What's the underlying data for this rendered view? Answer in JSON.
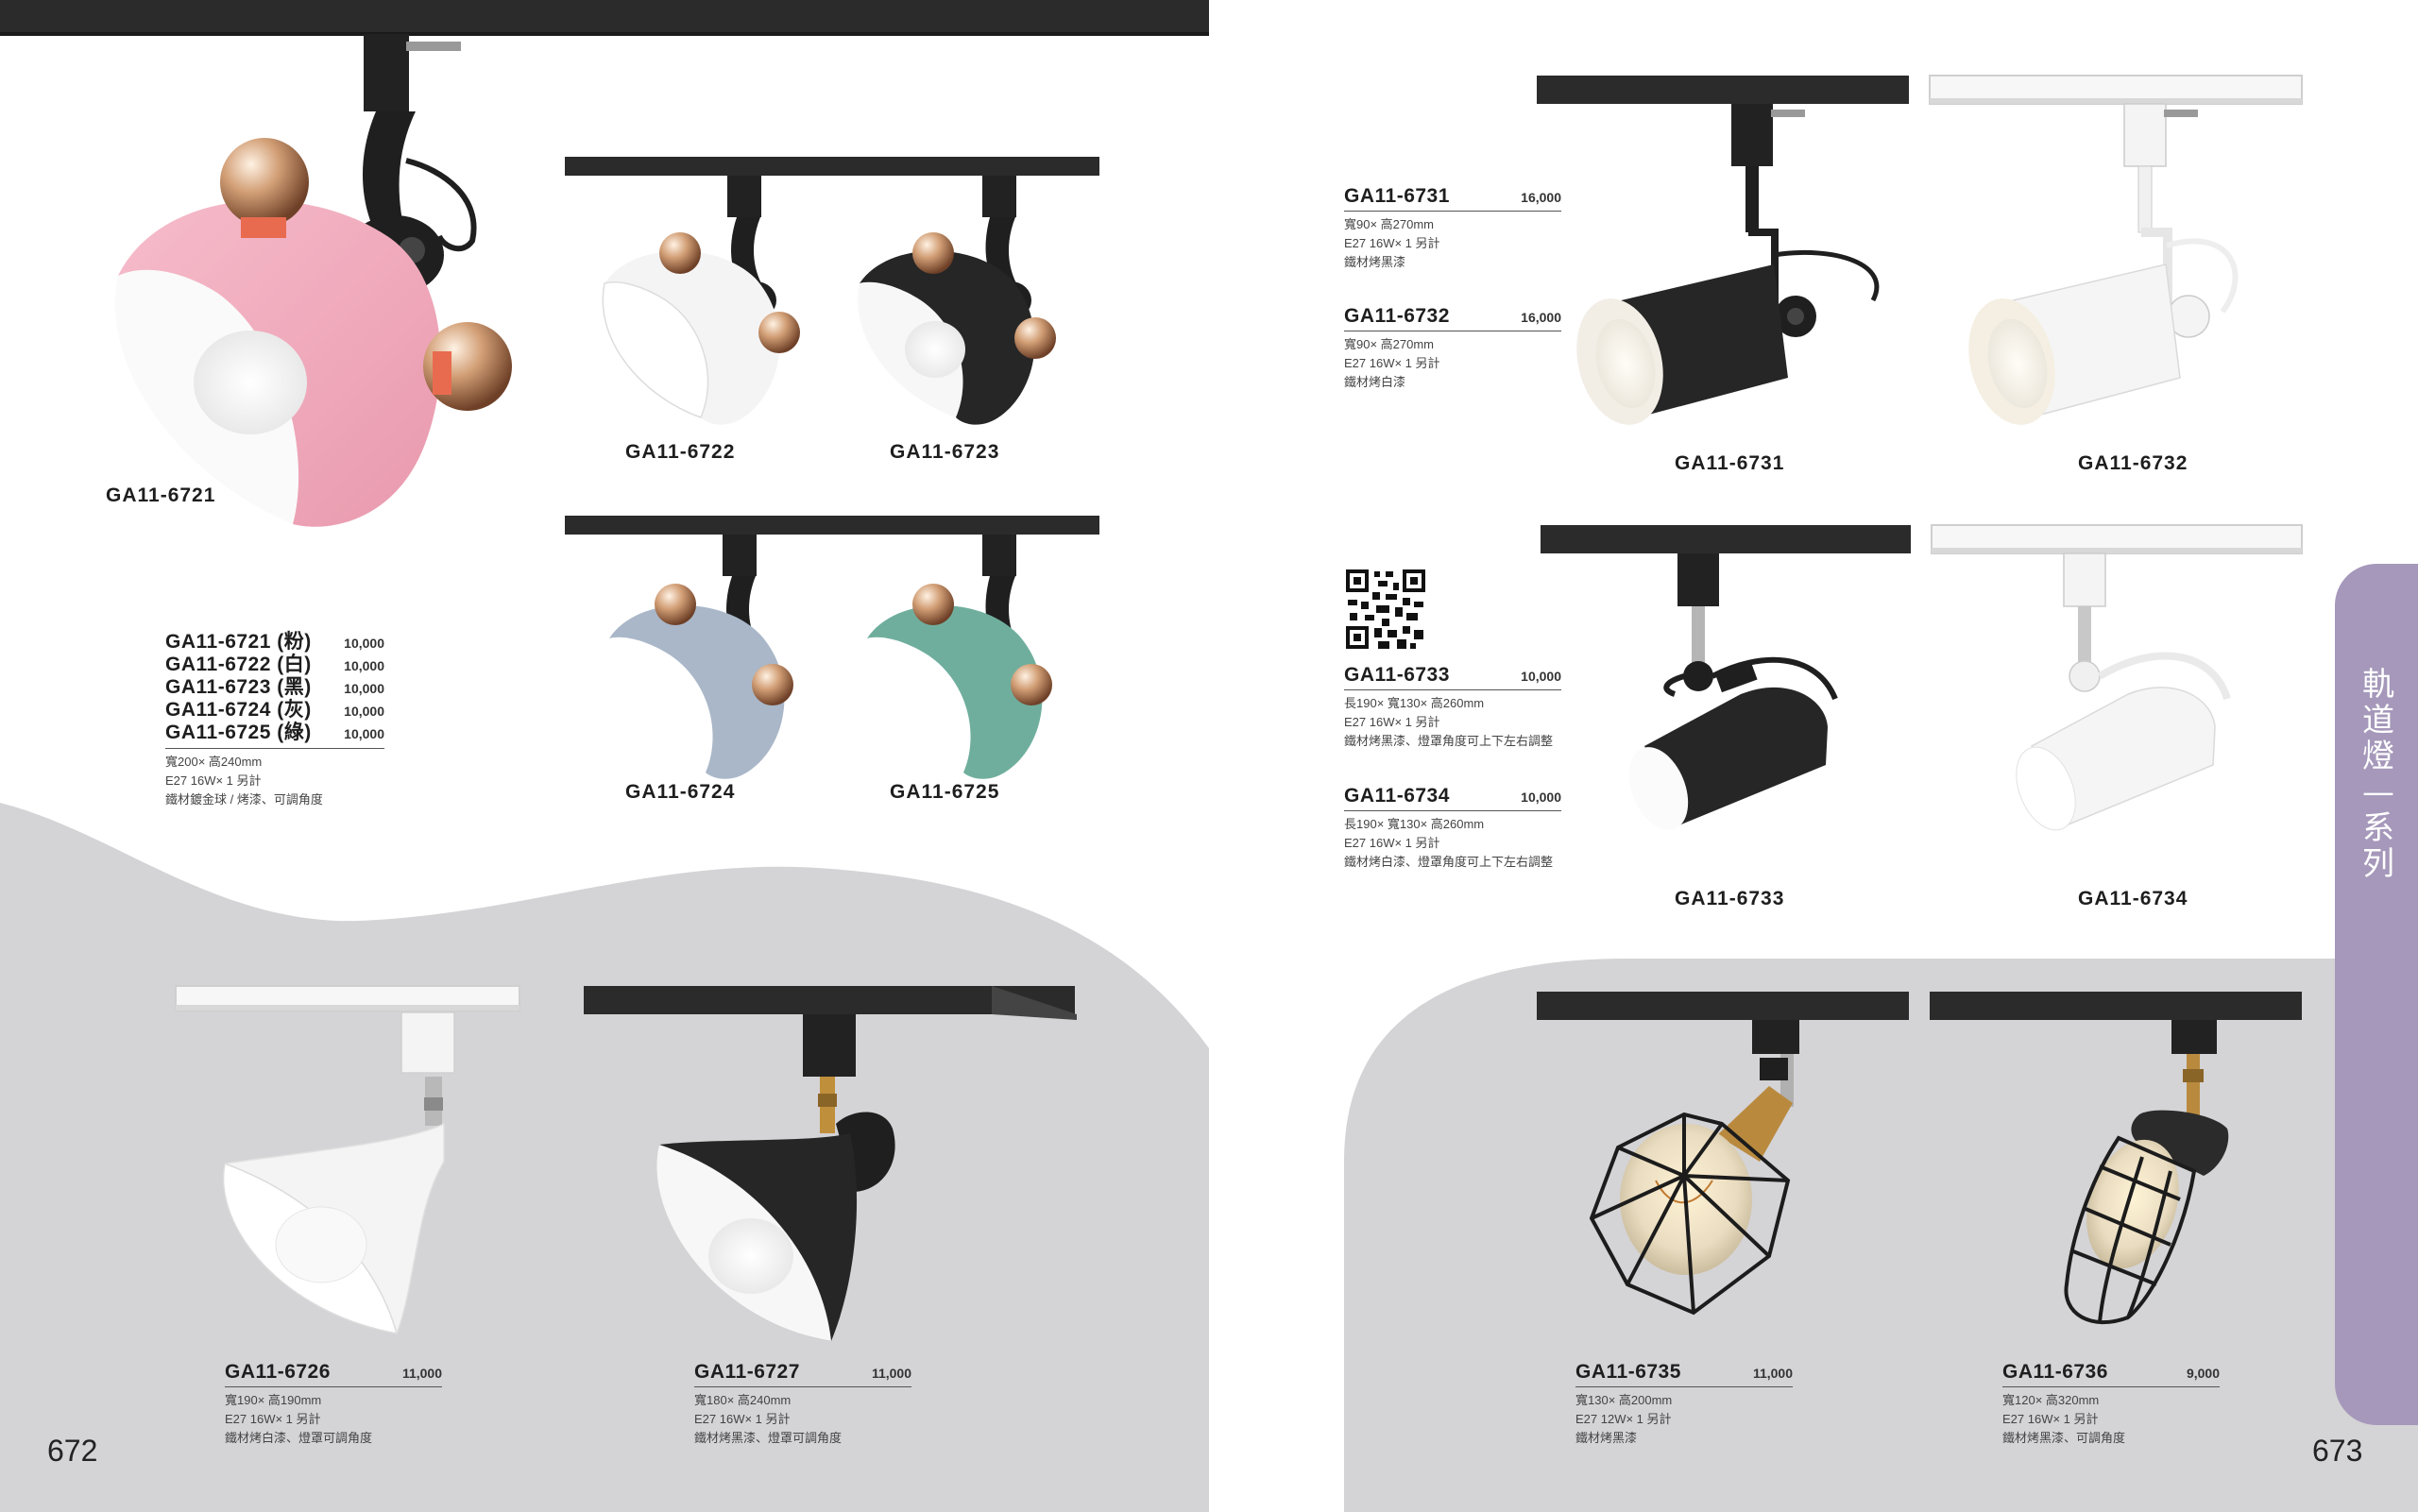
{
  "left_page": {
    "page_number": "672",
    "pink_label": "GA11-6721",
    "grid_labels": [
      "GA11-6722",
      "GA11-6723",
      "GA11-6724",
      "GA11-6725"
    ],
    "group_spec": {
      "rows": [
        {
          "model": "GA11-6721 (粉)",
          "price": "10,000"
        },
        {
          "model": "GA11-6722 (白)",
          "price": "10,000"
        },
        {
          "model": "GA11-6723 (黑)",
          "price": "10,000"
        },
        {
          "model": "GA11-6724 (灰)",
          "price": "10,000"
        },
        {
          "model": "GA11-6725 (綠)",
          "price": "10,000"
        }
      ],
      "lines": [
        "寬200× 高240mm",
        "E27 16W× 1 另計",
        "鐵材鍍金球 / 烤漆、可調角度"
      ]
    },
    "spec_6726": {
      "model": "GA11-6726",
      "price": "11,000",
      "lines": [
        "寬190× 高190mm",
        "E27 16W× 1 另計",
        "鐵材烤白漆、燈罩可調角度"
      ]
    },
    "spec_6727": {
      "model": "GA11-6727",
      "price": "11,000",
      "lines": [
        "寬180× 高240mm",
        "E27 16W× 1 另計",
        "鐵材烤黑漆、燈罩可調角度"
      ]
    }
  },
  "right_page": {
    "page_number": "673",
    "spec_6731": {
      "model": "GA11-6731",
      "price": "16,000",
      "lines": [
        "寬90× 高270mm",
        "E27 16W× 1 另計",
        "鐵材烤黑漆"
      ]
    },
    "spec_6732": {
      "model": "GA11-6732",
      "price": "16,000",
      "lines": [
        "寬90× 高270mm",
        "E27 16W× 1 另計",
        "鐵材烤白漆"
      ]
    },
    "spec_6733": {
      "model": "GA11-6733",
      "price": "10,000",
      "lines": [
        "長190× 寬130× 高260mm",
        "E27 16W× 1 另計",
        "鐵材烤黑漆、燈罩角度可上下左右調整"
      ]
    },
    "spec_6734": {
      "model": "GA11-6734",
      "price": "10,000",
      "lines": [
        "長190× 寬130× 高260mm",
        "E27 16W× 1 另計",
        "鐵材烤白漆、燈罩角度可上下左右調整"
      ]
    },
    "spec_6735": {
      "model": "GA11-6735",
      "price": "11,000",
      "lines": [
        "寬130× 高200mm",
        "E27 12W× 1 另計",
        "鐵材烤黑漆"
      ]
    },
    "spec_6736": {
      "model": "GA11-6736",
      "price": "9,000",
      "lines": [
        "寬120× 高320mm",
        "E27 16W× 1 另計",
        "鐵材烤黑漆、可調角度"
      ]
    },
    "photo_labels": [
      "GA11-6731",
      "GA11-6732",
      "GA11-6733",
      "GA11-6734"
    ],
    "side_tab_text": "軌道燈—系列"
  },
  "colors": {
    "pink": "#f0a8b8",
    "white_shade": "#f4f4f4",
    "black_shade": "#262626",
    "grey_shade": "#a9b7c8",
    "green_shade": "#6fae9d",
    "gold": "#c8956b",
    "bg_grey": "#d4d3d6",
    "tab_purple": "#a598ba"
  }
}
